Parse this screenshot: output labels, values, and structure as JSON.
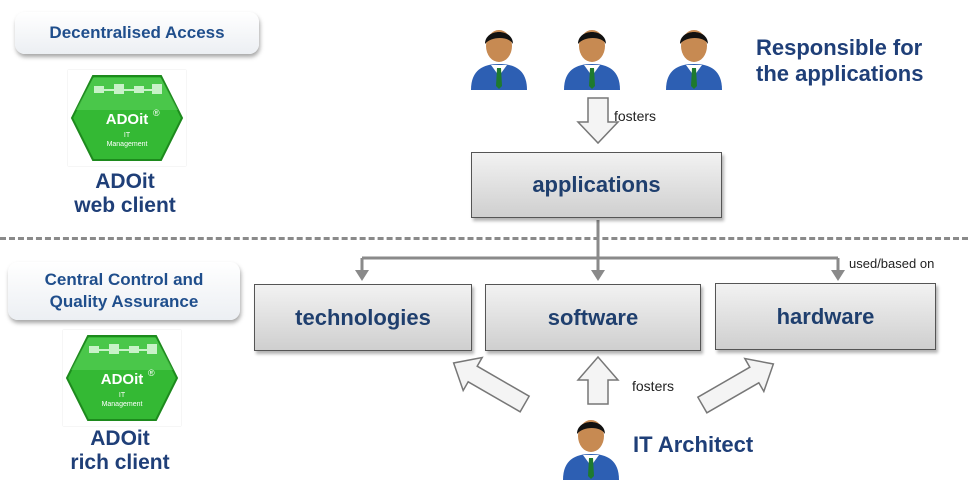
{
  "left": {
    "top_tab": {
      "lines": [
        "Decentralised Access"
      ]
    },
    "bottom_tab": {
      "lines": [
        "Central Control and",
        "Quality Assurance"
      ]
    },
    "logo": {
      "brand": "ADOit",
      "registered": "®",
      "subtitle_lines": [
        "IT",
        "Management"
      ],
      "color": "#2fb52f"
    },
    "top_client": {
      "lines": [
        "ADOit",
        "web client"
      ]
    },
    "bottom_client": {
      "lines": [
        "ADOit",
        "rich client"
      ]
    }
  },
  "diagram": {
    "responsible_title": [
      "Responsible for",
      "the applications"
    ],
    "fosters_top": "fosters",
    "applications": "applications",
    "used_based_on": "used/based on",
    "technologies": "technologies",
    "software": "software",
    "hardware": "hardware",
    "fosters_bottom": "fosters",
    "it_architect": "IT Architect"
  },
  "colors": {
    "title_blue": "#1f3f78",
    "tab_blue": "#1f4e8c",
    "box_text": "#1f3f6e",
    "arrow_gray": "#888888"
  }
}
